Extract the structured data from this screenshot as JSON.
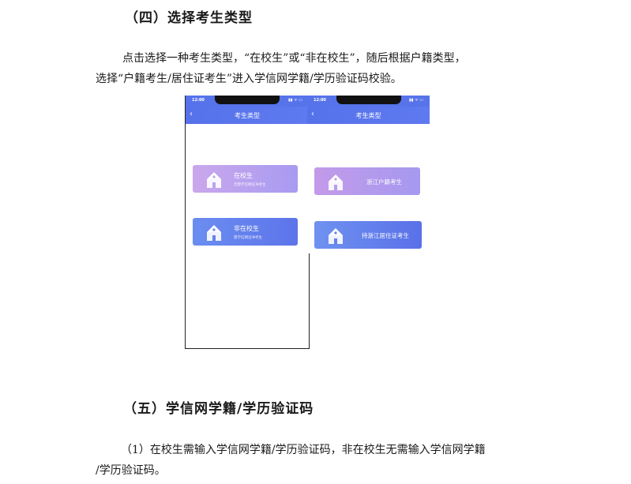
{
  "section4": {
    "heading": "（四）选择考生类型",
    "para_line1": "点击选择一种考生类型，“在校生”或“非在校生”，随后根据户籍类型，",
    "para_line2": "选择“户籍考生/居住证考生”进入学信网学籍/学历验证码校验。"
  },
  "phone_left": {
    "time": "12:00",
    "signal": "▮▮ ᯤ ▭",
    "title": "考生类型",
    "back_icon": "chevron-left-icon",
    "cards": [
      {
        "title": "在校生",
        "subtitle": "无需学信网证书考生",
        "color_from": "#cba7ec",
        "color_to": "#a79bf1"
      },
      {
        "title": "非在校生",
        "subtitle": "需学信网证书考生",
        "color_from": "#6b8df0",
        "color_to": "#5d74ea"
      }
    ]
  },
  "phone_right": {
    "time": "12:00",
    "signal": "▮▮ ᯤ ▭",
    "title": "考生类型",
    "back_icon": "chevron-left-icon",
    "cards": [
      {
        "title": "浙江户籍考生",
        "color_from": "#c39ae9",
        "color_to": "#a599f0"
      },
      {
        "title": "持浙江居住证考生",
        "color_from": "#6f92f0",
        "color_to": "#5a70e8"
      }
    ]
  },
  "section5": {
    "heading": "（五）学信网学籍/学历验证码",
    "para_line1": "（1）在校生需输入学信网学籍/学历验证码，非在校生无需输入学信网学籍",
    "para_line2": "/学历验证码。"
  },
  "colors": {
    "nav_blue": "#5673ea"
  }
}
